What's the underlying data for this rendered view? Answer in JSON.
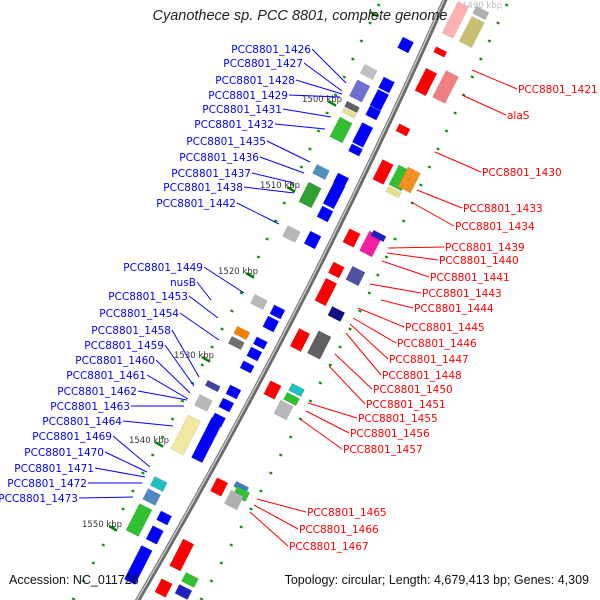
{
  "title": "Cyanothece sp. PCC 8801, complete genome",
  "footer": {
    "accession": "Accession: NC_011726",
    "topology": "Topology: circular; Length: 4,679,413 bp; Genes: 4,309"
  },
  "colors": {
    "forward_strand": "#0000ff",
    "reverse_strand": "#ff0000",
    "backbone": "#808080",
    "ticks": "#008000"
  },
  "kbp_labels": [
    "1490 kbp",
    "1500 kbp",
    "1510 kbp",
    "1520 kbp",
    "1530 kbp",
    "1540 kbp",
    "1550 kbp"
  ],
  "left_labels": [
    "PCC8801_1426",
    "PCC8801_1427",
    "PCC8801_1428",
    "PCC8801_1429",
    "PCC8801_1431",
    "PCC8801_1432",
    "PCC8801_1435",
    "PCC8801_1436",
    "PCC8801_1437",
    "PCC8801_1438",
    "PCC8801_1442",
    "PCC8801_1449",
    "nusB",
    "PCC8801_1453",
    "PCC8801_1454",
    "PCC8801_1458",
    "PCC8801_1459",
    "PCC8801_1460",
    "PCC8801_1461",
    "PCC8801_1462",
    "PCC8801_1463",
    "PCC8801_1464",
    "PCC8801_1469",
    "PCC8801_1470",
    "PCC8801_1471",
    "PCC8801_1472",
    "PCC8801_1473"
  ],
  "right_labels": [
    "PCC8801_1421",
    "alaS",
    "PCC8801_1430",
    "PCC8801_1433",
    "PCC8801_1434",
    "PCC8801_1439",
    "PCC8801_1440",
    "PCC8801_1441",
    "PCC8801_1443",
    "PCC8801_1444",
    "PCC8801_1445",
    "PCC8801_1446",
    "PCC8801_1447",
    "PCC8801_1448",
    "PCC8801_1450",
    "PCC8801_1451",
    "PCC8801_1455",
    "PCC8801_1456",
    "PCC8801_1457",
    "PCC8801_1465",
    "PCC8801_1466",
    "PCC8801_1467"
  ]
}
